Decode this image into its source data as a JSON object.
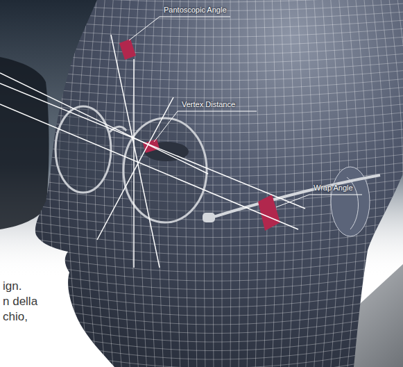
{
  "diagram": {
    "labels": [
      "Pantoscopic Angle",
      "Vertex Distance",
      "Wrap Angle",
      "ign.",
      "n della",
      "chio,"
    ]
  }
}
